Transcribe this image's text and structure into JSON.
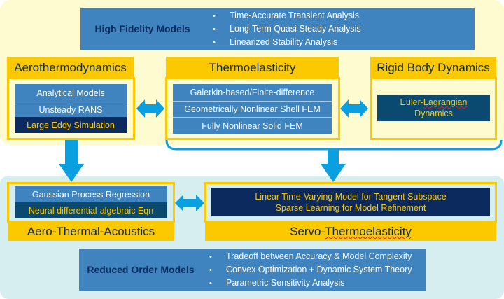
{
  "high_fidelity": {
    "title": "High Fidelity Models",
    "bullets": [
      "Time-Accurate Transient Analysis",
      "Long-Term Quasi Steady Analysis",
      "Linearized Stability Analysis"
    ]
  },
  "aerothermodynamics": {
    "title": "Aerothermodynamics",
    "items": [
      "Analytical Models",
      "Unsteady RANS",
      "Large Eddy Simulation"
    ]
  },
  "thermoelasticity": {
    "title": "Thermoelasticity",
    "items": [
      "Galerkin-based/Finite-difference",
      "Geometrically Nonlinear Shell FEM",
      "Fully Nonlinear Solid FEM"
    ]
  },
  "rigid_body": {
    "title": "Rigid Body Dynamics",
    "item_line1_prefix": "Euler-",
    "item_line1_word": "Lagrangian",
    "item_line2": "Dynamics"
  },
  "aero_thermal_acoustics": {
    "title": "Aero-Thermal-Acoustics",
    "items": [
      "Gaussian Process Regression",
      "Neural differential-algebraic Eqn"
    ]
  },
  "servo_thermoelasticity": {
    "title_prefix": "Servo-",
    "title_word": "Thermoelasticity",
    "items": [
      "Linear Time-Varying Model for Tangent Subspace",
      "Sparse Learning for Model Refinement"
    ]
  },
  "reduced_order": {
    "title": "Reduced Order Models",
    "bullets": [
      "Tradeoff between Accuracy & Model Complexity",
      "Convex Optimization + Dynamic System Theory",
      "Parametric Sensitivity Analysis"
    ]
  },
  "colors": {
    "accent_yellow": "#fcc800",
    "blue_box": "#3f84be",
    "navy": "#0d2a5e",
    "arrow_blue": "#0aa0e0",
    "top_panel": "#fffbd0",
    "bottom_panel": "#d6eef0"
  }
}
